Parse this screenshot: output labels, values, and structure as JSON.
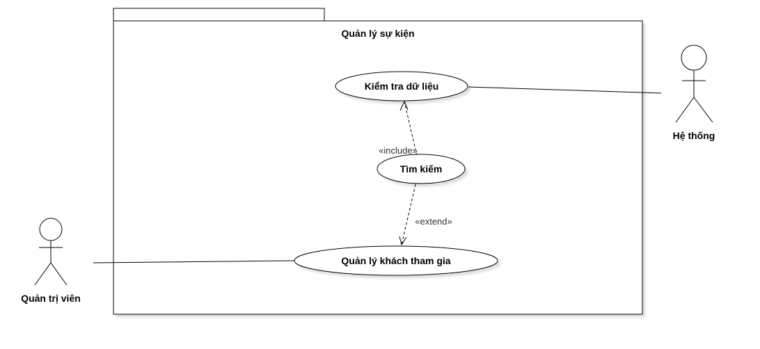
{
  "package": {
    "title": "Quản lý sự kiện"
  },
  "actors": {
    "system": {
      "name": "Hệ thống"
    },
    "admin": {
      "name": "Quản trị viên"
    }
  },
  "use_cases": {
    "check_data": "Kiểm tra dữ liệu",
    "search": "Tìm kiếm",
    "manage_guests": "Quản lý khách tham gia"
  },
  "relations": {
    "include": "«include»",
    "extend": "«extend»"
  }
}
